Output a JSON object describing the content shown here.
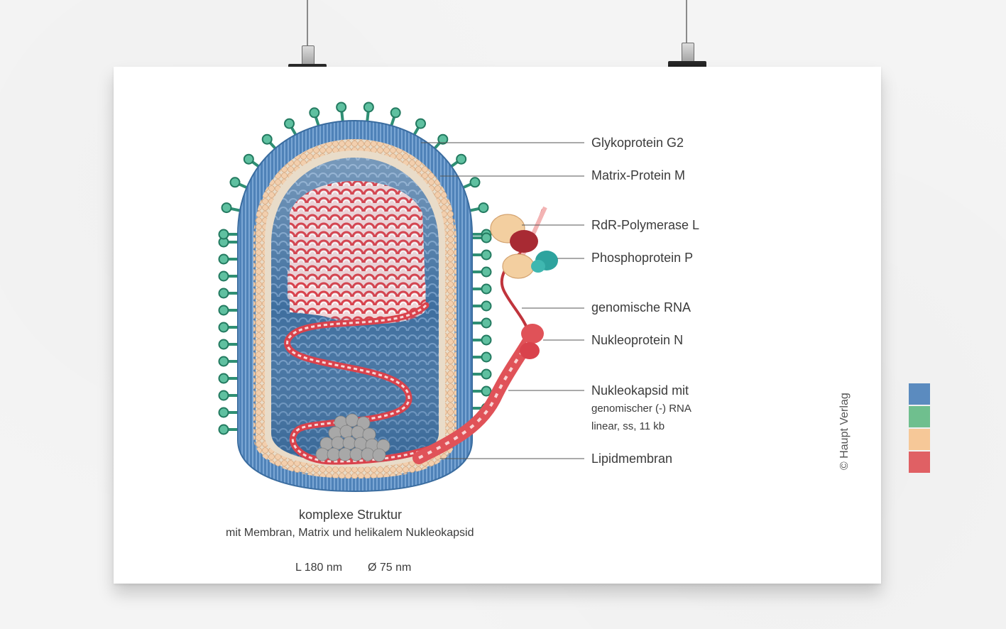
{
  "labels": {
    "glycoprotein": "Glykoprotein G2",
    "matrix": "Matrix-Protein M",
    "polymerase": "RdR-Polymerase L",
    "phosphoprotein": "Phosphoprotein P",
    "rna": "genomische RNA",
    "nucleoprotein": "Nukleoprotein N",
    "nucleocapsid": "Nukleokapsid mit",
    "nucleocapsid_line2": "genomischer (-) RNA",
    "nucleocapsid_line3": "linear, ss, 11 kb",
    "lipid": "Lipidmembran"
  },
  "caption": {
    "title": "komplexe Struktur",
    "subtitle": "mit Membran, Matrix und helikalem Nukleokapsid",
    "length": "L 180 nm",
    "diameter": "Ø 75 nm"
  },
  "copyright": "© Haupt Verlag",
  "colors": {
    "blue": "#5b8bbf",
    "green": "#6fbf8e",
    "peach": "#f6c898",
    "red": "#e06064"
  }
}
